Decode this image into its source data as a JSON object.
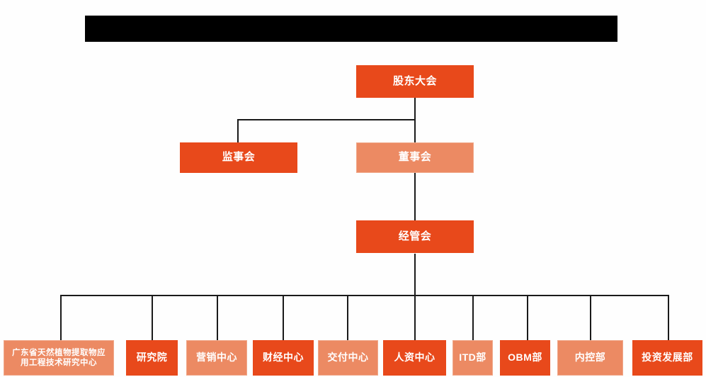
{
  "chart_data": {
    "type": "diagram",
    "diagram_kind": "organization-chart",
    "title": "",
    "orientation": "top-down",
    "levels": 4,
    "nodes": [
      {
        "id": "shareholders",
        "label": "股东大会",
        "level": 1,
        "style": "solid"
      },
      {
        "id": "supervisors",
        "label": "监事会",
        "level": 2,
        "style": "solid"
      },
      {
        "id": "board",
        "label": "董事会",
        "level": 2,
        "style": "light"
      },
      {
        "id": "management",
        "label": "经管会",
        "level": 3,
        "style": "solid"
      },
      {
        "id": "dept-1",
        "label": "广东省天然植物提取物应用工程技术研究中心",
        "level": 4,
        "style": "light"
      },
      {
        "id": "dept-2",
        "label": "研究院",
        "level": 4,
        "style": "solid"
      },
      {
        "id": "dept-3",
        "label": "营销中心",
        "level": 4,
        "style": "light"
      },
      {
        "id": "dept-4",
        "label": "财经中心",
        "level": 4,
        "style": "solid"
      },
      {
        "id": "dept-5",
        "label": "交付中心",
        "level": 4,
        "style": "light"
      },
      {
        "id": "dept-6",
        "label": "人资中心",
        "level": 4,
        "style": "solid"
      },
      {
        "id": "dept-7",
        "label": "ITD部",
        "level": 4,
        "style": "light"
      },
      {
        "id": "dept-8",
        "label": "OBM部",
        "level": 4,
        "style": "solid"
      },
      {
        "id": "dept-9",
        "label": "内控部",
        "level": 4,
        "style": "light"
      },
      {
        "id": "dept-10",
        "label": "投资发展部",
        "level": 4,
        "style": "solid"
      }
    ],
    "edges": [
      {
        "from": "shareholders",
        "to": "supervisors"
      },
      {
        "from": "shareholders",
        "to": "board"
      },
      {
        "from": "board",
        "to": "management"
      },
      {
        "from": "management",
        "to": "dept-1"
      },
      {
        "from": "management",
        "to": "dept-2"
      },
      {
        "from": "management",
        "to": "dept-3"
      },
      {
        "from": "management",
        "to": "dept-4"
      },
      {
        "from": "management",
        "to": "dept-5"
      },
      {
        "from": "management",
        "to": "dept-6"
      },
      {
        "from": "management",
        "to": "dept-7"
      },
      {
        "from": "management",
        "to": "dept-8"
      },
      {
        "from": "management",
        "to": "dept-9"
      },
      {
        "from": "management",
        "to": "dept-10"
      }
    ],
    "colors": {
      "accent_solid": "#E8491B",
      "accent_light": "#EC8A63",
      "node_text": "#FFFFFF",
      "connector": "#1A1A1A",
      "background": "#FEFEFE",
      "redaction": "#000000"
    }
  },
  "header": {
    "redacted_banner_label": ""
  },
  "nodes": {
    "shareholders": "股东大会",
    "supervisors": "监事会",
    "board": "董事会",
    "management": "经管会",
    "dept_1_line_1": "广东省天然植物提取物应",
    "dept_1_line_2": "用工程技术研究中心",
    "dept_2": "研究院",
    "dept_3": "营销中心",
    "dept_4": "财经中心",
    "dept_5": "交付中心",
    "dept_6": "人资中心",
    "dept_7": "ITD部",
    "dept_8": "OBM部",
    "dept_9": "内控部",
    "dept_10": "投资发展部"
  }
}
